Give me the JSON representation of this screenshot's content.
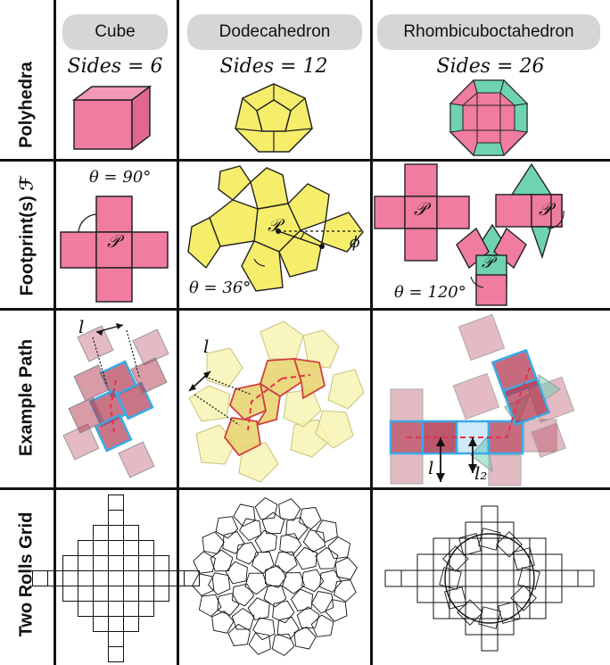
{
  "columns": [
    {
      "name": "Cube",
      "sides_label": "Sides = 6"
    },
    {
      "name": "Dodecahedron",
      "sides_label": "Sides = 12"
    },
    {
      "name": "Rhombicuboctahedron",
      "sides_label": "Sides = 26"
    }
  ],
  "rows": {
    "polyhedra": "Polyhedra",
    "footprint": "Footprint(s) ℱ",
    "example_path": "Example Path",
    "grid": "Two Rolls Grid"
  },
  "annotations": {
    "cube_theta": "θ = 90°",
    "dodeca_theta": "θ = 36°",
    "rhombi_theta": "θ = 120°",
    "p_label": "𝒫",
    "phi": "ϕ",
    "l": "l",
    "l2": "l₂"
  },
  "colors": {
    "pink": "#f07ca0",
    "yellow": "#f6ee6a",
    "teal": "#6fd3b1",
    "blue": "#3aa9e6",
    "red_path": "#e8304a",
    "dark_red": "#b23a52",
    "light_yellow": "#f8f3b4"
  }
}
